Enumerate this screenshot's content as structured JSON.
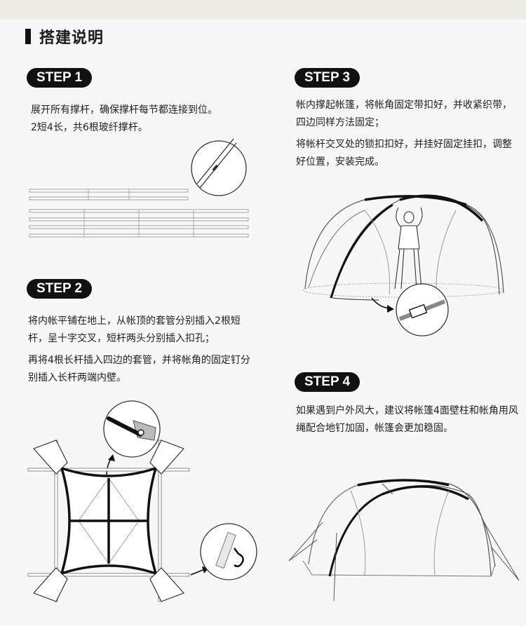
{
  "heading": "搭建说明",
  "steps": [
    {
      "label": "STEP 1",
      "paragraphs": [
        "展开所有撑杆，确保撑杆每节都连接到位。",
        "2短4长，共6根玻纤撑杆。"
      ]
    },
    {
      "label": "STEP 2",
      "paragraphs": [
        "将内帐平铺在地上，从帐顶的套管分别插入2根短杆，呈十字交叉，短杆两头分别插入扣孔；",
        "再将4根长杆插入四边的套管，并将帐角的固定钉分别插入长杆两端内壁。"
      ]
    },
    {
      "label": "STEP 3",
      "paragraphs": [
        "帐内撑起帐篷，将帐角固定带扣好，并收紧织带，四边同样方法固定；",
        "将帐杆交叉处的锁扣扣好，并挂好固定挂扣，调整好位置，安装完成。"
      ]
    },
    {
      "label": "STEP 4",
      "paragraphs": [
        "如果遇到户外风大，建议将帐篷4面壁柱和帐角用风绳配合地钉加固，帐篷会更加稳固。"
      ]
    }
  ],
  "poles": {
    "short": 2,
    "long": 4
  },
  "colors": {
    "accent": "#111111",
    "background": "#f7f7f7",
    "band": "#efece6"
  }
}
